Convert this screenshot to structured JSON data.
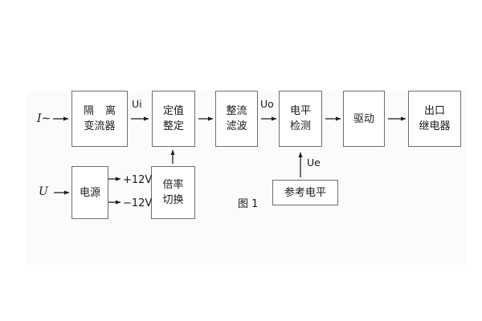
{
  "figure": {
    "caption": "图 1",
    "background_color": "#fbfbfb",
    "box_border_color": "#6e6e6e",
    "text_color": "#1a1a1a"
  },
  "inputs": {
    "current_input": "I~",
    "voltage_input": "U"
  },
  "signals": {
    "ui": "Ui",
    "uo": "Uo",
    "ue": "Ue",
    "plus12v": "+12V",
    "minus12v": "−12V"
  },
  "blocks": {
    "isolation_transformer": {
      "line1": "隔 离",
      "line2": "变流器"
    },
    "setting_value": {
      "line1": "定值",
      "line2": "整定"
    },
    "rectify_filter": {
      "line1": "整流",
      "line2": "滤波"
    },
    "level_detect": {
      "line1": "电平",
      "line2": "检测"
    },
    "drive": {
      "line1": "驱动"
    },
    "output_relay": {
      "line1": "出口",
      "line2": "继电器"
    },
    "power_supply": {
      "line1": "电源"
    },
    "ratio_switch": {
      "line1": "倍率",
      "line2": "切换"
    },
    "reference_level": {
      "line1": "参考电平"
    }
  },
  "chart_data": {
    "type": "diagram",
    "title": "图 1",
    "nodes": [
      {
        "id": "isolation_transformer",
        "label": "隔 离 变流器",
        "row": "top",
        "order": 1
      },
      {
        "id": "setting_value",
        "label": "定值 整定",
        "row": "top",
        "order": 2
      },
      {
        "id": "rectify_filter",
        "label": "整流 滤波",
        "row": "top",
        "order": 3
      },
      {
        "id": "level_detect",
        "label": "电平 检测",
        "row": "top",
        "order": 4
      },
      {
        "id": "drive",
        "label": "驱动",
        "row": "top",
        "order": 5
      },
      {
        "id": "output_relay",
        "label": "出口 继电器",
        "row": "top",
        "order": 6
      },
      {
        "id": "power_supply",
        "label": "电源",
        "row": "bottom",
        "order": 1
      },
      {
        "id": "ratio_switch",
        "label": "倍率 切换",
        "row": "bottom",
        "order": 2
      },
      {
        "id": "reference_level",
        "label": "参考电平",
        "row": "bottom",
        "order": 3
      }
    ],
    "edges": [
      {
        "from": "I~",
        "to": "isolation_transformer",
        "label": ""
      },
      {
        "from": "isolation_transformer",
        "to": "setting_value",
        "label": "Ui"
      },
      {
        "from": "setting_value",
        "to": "rectify_filter",
        "label": ""
      },
      {
        "from": "rectify_filter",
        "to": "level_detect",
        "label": "Uo"
      },
      {
        "from": "level_detect",
        "to": "drive",
        "label": ""
      },
      {
        "from": "drive",
        "to": "output_relay",
        "label": ""
      },
      {
        "from": "U",
        "to": "power_supply",
        "label": ""
      },
      {
        "from": "power_supply",
        "to": "",
        "label": "+12V"
      },
      {
        "from": "power_supply",
        "to": "",
        "label": "−12V"
      },
      {
        "from": "ratio_switch",
        "to": "setting_value",
        "label": ""
      },
      {
        "from": "reference_level",
        "to": "level_detect",
        "label": "Ue"
      }
    ]
  }
}
